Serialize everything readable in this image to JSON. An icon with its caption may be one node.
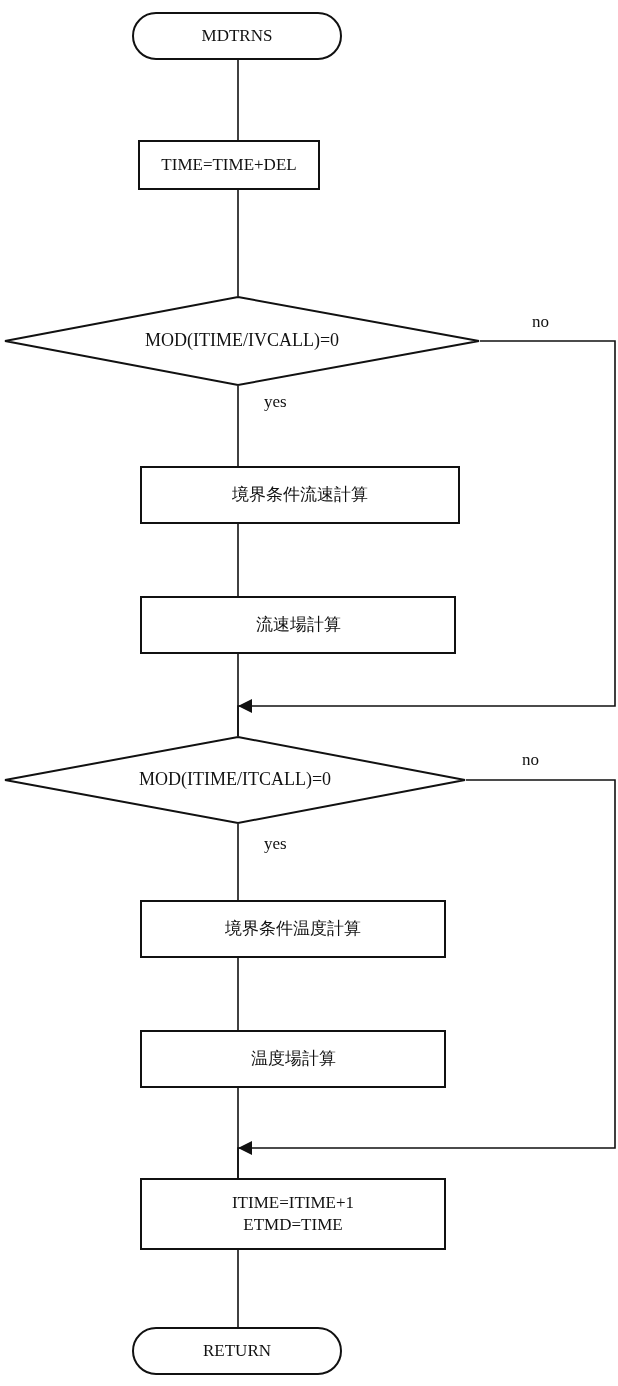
{
  "diagram": {
    "nodes": [
      {
        "text": [
          "MDTRNS"
        ]
      },
      {
        "text": [
          "TIME=TIME+DEL"
        ]
      },
      {
        "text": [
          "MOD(ITIME/IVCALL)=0"
        ]
      },
      {
        "text": [
          "境界条件流速計算"
        ]
      },
      {
        "text": [
          "流速場計算"
        ]
      },
      {
        "text": [
          "MOD(ITIME/ITCALL)=0"
        ]
      },
      {
        "text": [
          "境界条件温度計算"
        ]
      },
      {
        "text": [
          "温度場計算"
        ]
      },
      {
        "text": [
          "ITIME=ITIME+1",
          "ETMD=TIME"
        ]
      },
      {
        "text": [
          "RETURN"
        ]
      }
    ],
    "edges": [
      {
        "from": 0,
        "to": 1,
        "arrow": "none"
      },
      {
        "from": 1,
        "to": 2,
        "arrow": "none"
      },
      {
        "from": 2,
        "to": 3,
        "arrow": "none",
        "label": "yes"
      },
      {
        "from": 3,
        "to": 4,
        "arrow": "none"
      },
      {
        "from": 4,
        "to": 5,
        "arrow": "none"
      },
      {
        "from": 2,
        "to": 5,
        "arrow": "to",
        "label": "no"
      },
      {
        "from": 5,
        "to": 6,
        "arrow": "none",
        "label": "yes"
      },
      {
        "from": 6,
        "to": 7,
        "arrow": "none"
      },
      {
        "from": 7,
        "to": 8,
        "arrow": "none"
      },
      {
        "from": 5,
        "to": 8,
        "arrow": "to",
        "label": "no"
      },
      {
        "from": 8,
        "to": 9,
        "arrow": "none"
      }
    ]
  }
}
